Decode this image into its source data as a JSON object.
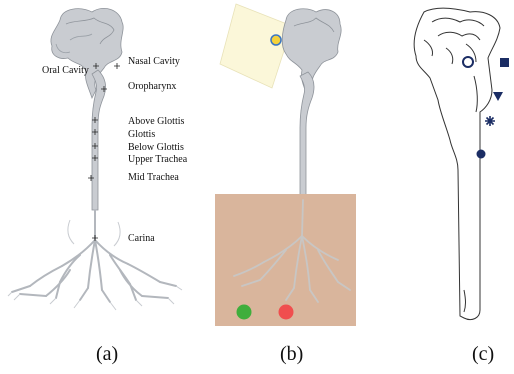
{
  "colors": {
    "airway": "#c9ccd1",
    "airway_dark": "#8e939a",
    "note_panel": "#fbf7d9",
    "lung_panel": "#d9b59c",
    "green_marker": "#3fae3c",
    "red_marker": "#f04e4e",
    "navy": "#1b2d64"
  },
  "panel_a": {
    "caption": "(a)",
    "labels": {
      "oral_cavity": "Oral Cavity",
      "nasal_cavity": "Nasal Cavity",
      "oropharynx": "Oropharynx",
      "above_glottis": "Above Glottis",
      "glottis": "Glottis",
      "below_glottis": "Below Glottis",
      "upper_trachea": "Upper Trachea",
      "mid_trachea": "Mid Trachea",
      "carina": "Carina"
    }
  },
  "panel_b": {
    "caption": "(b)",
    "markers": [
      "green-circle",
      "red-circle"
    ]
  },
  "panel_c": {
    "caption": "(c)",
    "symbols": [
      "open-circle",
      "filled-square",
      "filled-triangle",
      "asterisk",
      "filled-circle"
    ]
  }
}
